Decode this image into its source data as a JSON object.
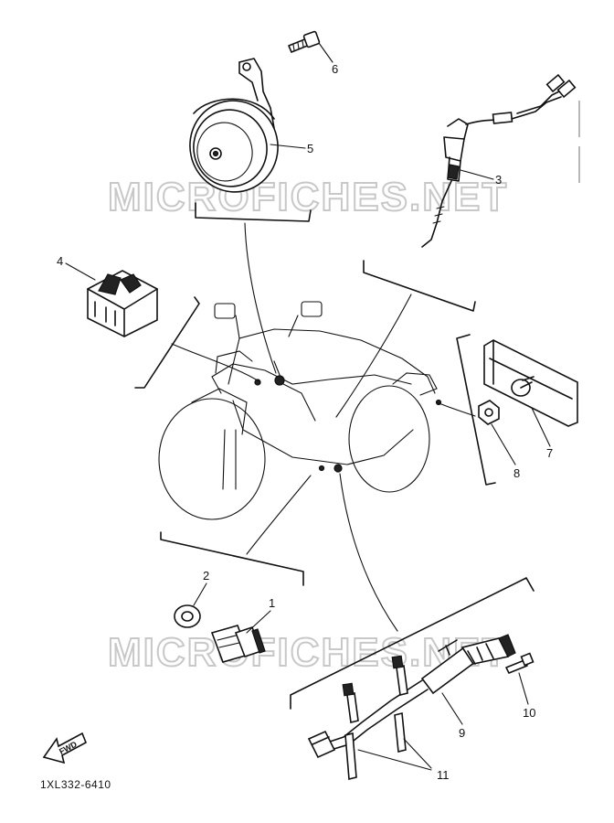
{
  "watermarks": [
    "MICROFICHES.NET",
    "MICROFICHES.NET"
  ],
  "callouts": [
    "1",
    "2",
    "3",
    "4",
    "5",
    "6",
    "7",
    "8",
    "9",
    "10",
    "11"
  ],
  "diagram_code": "1XL332-6410",
  "fwd_label": "FWD"
}
